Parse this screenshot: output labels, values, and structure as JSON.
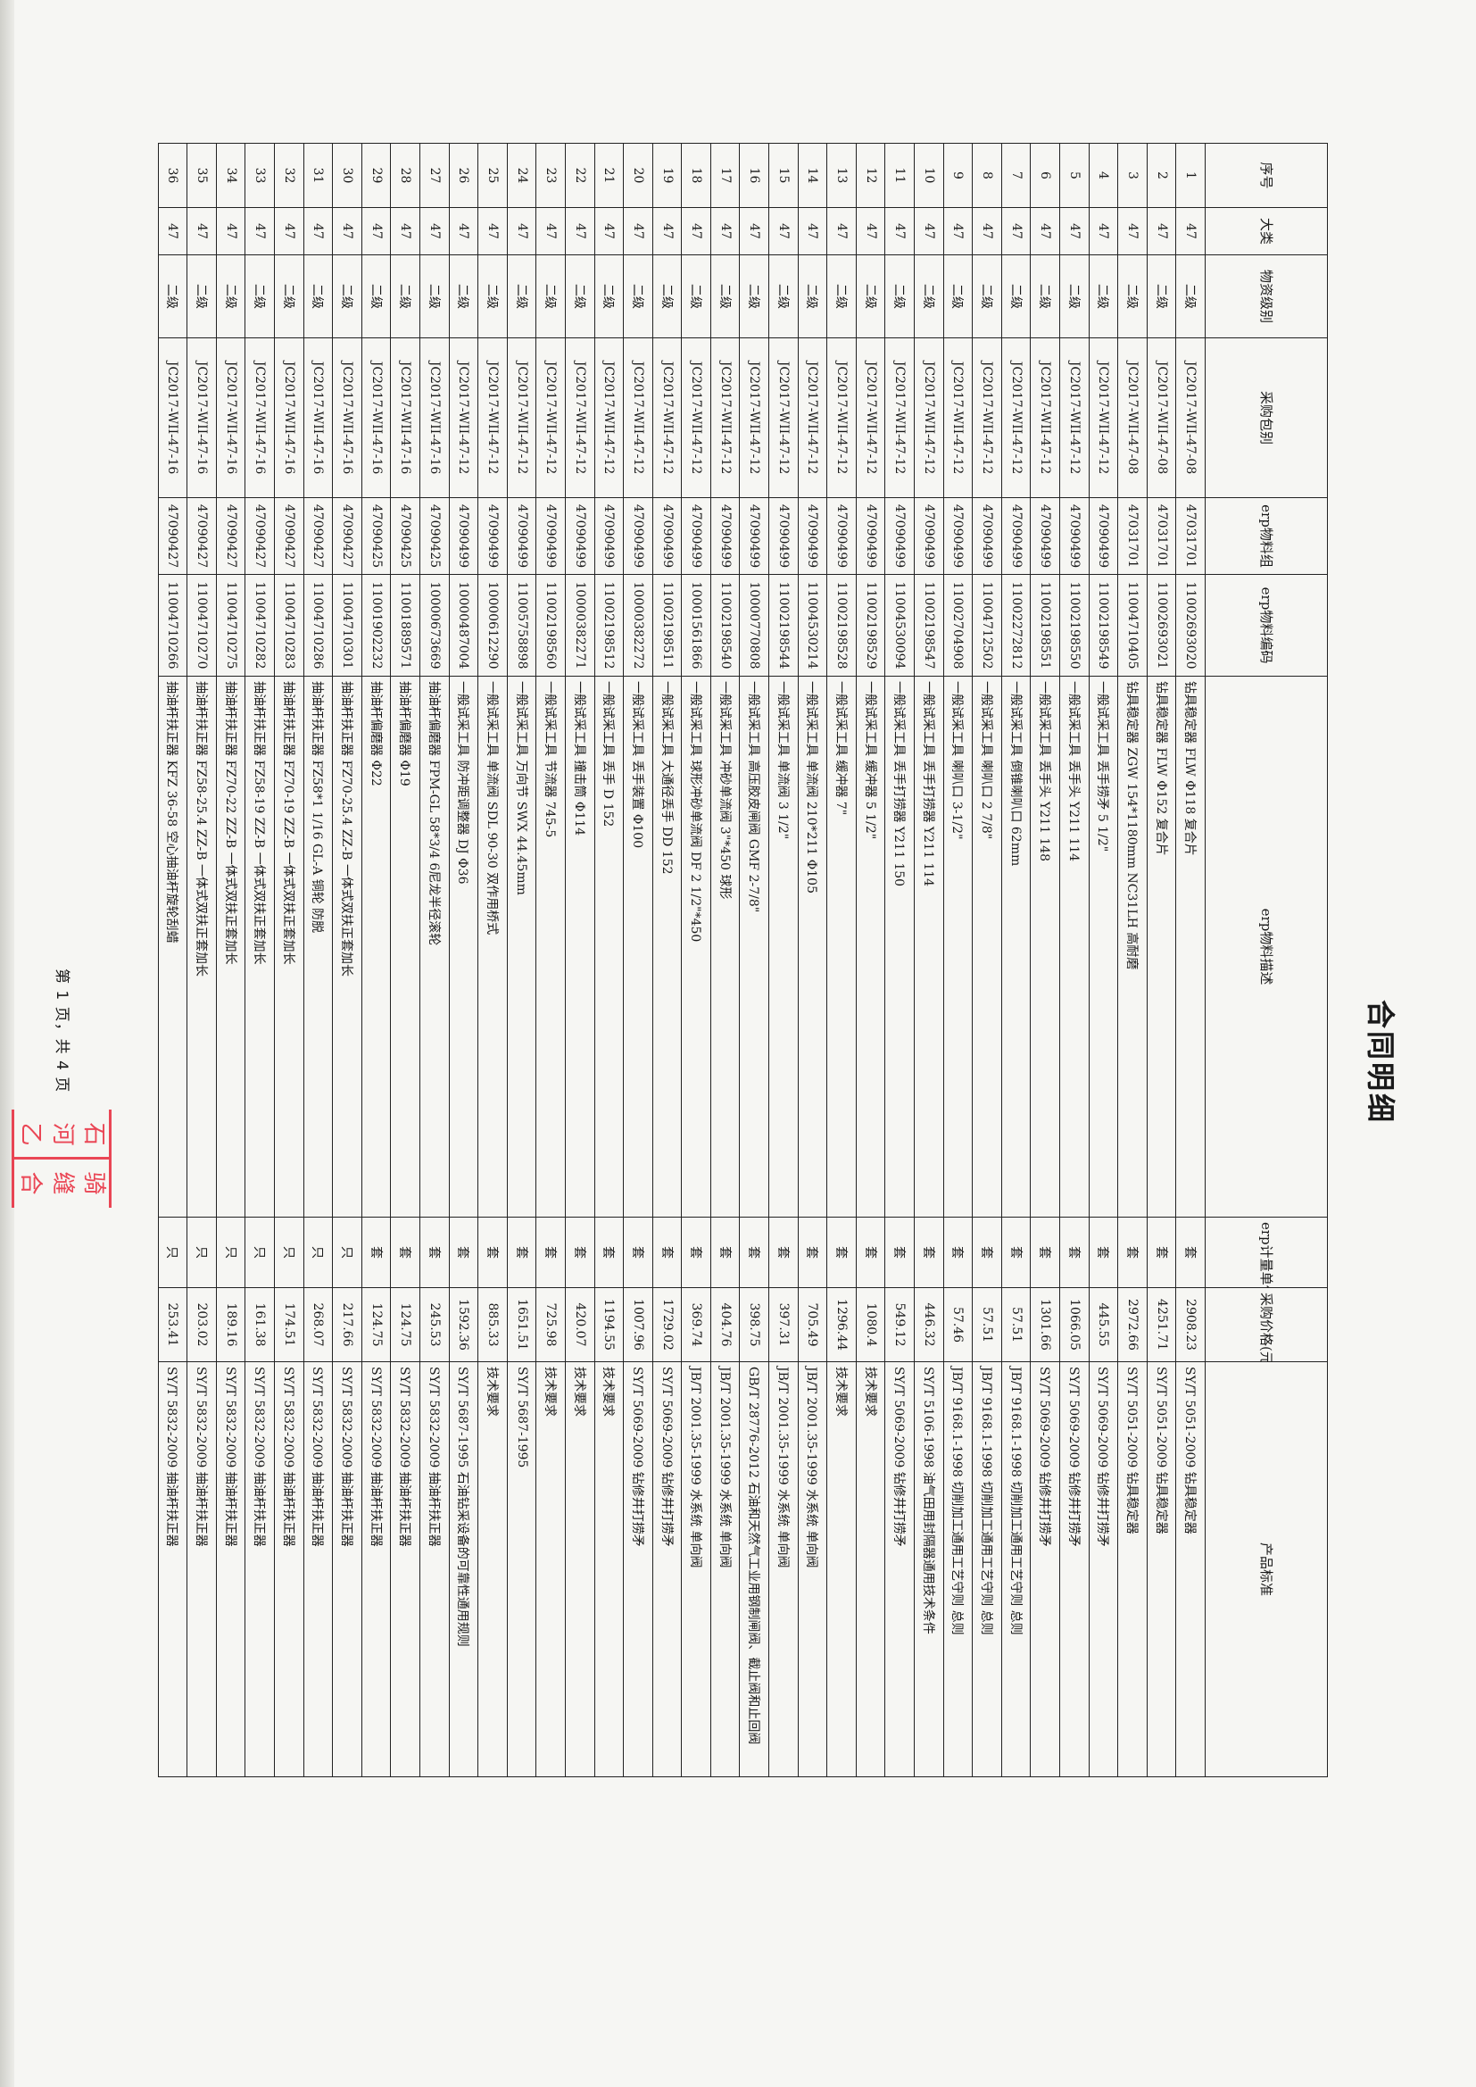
{
  "title": "合同明细",
  "footer": "第 1 页，共 4 页",
  "seal": {
    "chars": [
      "石",
      "骑",
      "河",
      "缝",
      "乙",
      "合"
    ],
    "color": "#e8283a"
  },
  "columns": [
    "序号",
    "大类",
    "物资级别",
    "采购包别",
    "erp物料组",
    "erp物料编码",
    "erp物料描述",
    "erp计量单位",
    "采购价格(元)",
    "产品标准"
  ],
  "rows": [
    [
      "1",
      "47",
      "二级",
      "JC2017-WII-47-08",
      "47031701",
      "11002693020",
      "钻具稳定器 FLW Φ118 复合片",
      "套",
      "2908.23",
      "SY/T 5051-2009 钻具稳定器"
    ],
    [
      "2",
      "47",
      "二级",
      "JC2017-WII-47-08",
      "47031701",
      "11002693021",
      "钻具稳定器 FLW Φ152 复合片",
      "套",
      "4251.71",
      "SY/T 5051-2009 钻具稳定器"
    ],
    [
      "3",
      "47",
      "二级",
      "JC2017-WII-47-08",
      "47031701",
      "11004710405",
      "钻具稳定器 ZGW 154*1180mm NC31LH 高耐磨",
      "套",
      "2972.66",
      "SY/T 5051-2009 钻具稳定器"
    ],
    [
      "4",
      "47",
      "二级",
      "JC2017-WII-47-12",
      "47090499",
      "11002198549",
      "一般试采工具 丢手捞矛 5 1/2\"",
      "套",
      "445.55",
      "SY/T 5069-2009 钻修井打捞矛"
    ],
    [
      "5",
      "47",
      "二级",
      "JC2017-WII-47-12",
      "47090499",
      "11002198550",
      "一般试采工具 丢手头 Y211 114",
      "套",
      "1066.05",
      "SY/T 5069-2009 钻修井打捞矛"
    ],
    [
      "6",
      "47",
      "二级",
      "JC2017-WII-47-12",
      "47090499",
      "11002198551",
      "一般试采工具 丢手头 Y211 148",
      "套",
      "1301.66",
      "SY/T 5069-2009 钻修井打捞矛"
    ],
    [
      "7",
      "47",
      "二级",
      "JC2017-WII-47-12",
      "47090499",
      "11002272812",
      "一般试采工具 倒锥喇叭口 62mm",
      "套",
      "57.51",
      "JB/T 9168.1-1998 切削加工通用工艺守则 总则"
    ],
    [
      "8",
      "47",
      "二级",
      "JC2017-WII-47-12",
      "47090499",
      "11004712502",
      "一般试采工具 喇叭口 2 7/8\"",
      "套",
      "57.51",
      "JB/T 9168.1-1998 切削加工通用工艺守则 总则"
    ],
    [
      "9",
      "47",
      "二级",
      "JC2017-WII-47-12",
      "47090499",
      "11002704908",
      "一般试采工具 喇叭口 3-1/2\"",
      "套",
      "57.46",
      "JB/T 9168.1-1998 切削加工通用工艺守则 总则"
    ],
    [
      "10",
      "47",
      "二级",
      "JC2017-WII-47-12",
      "47090499",
      "11002198547",
      "一般试采工具 丢手打捞器 Y211 114",
      "套",
      "446.32",
      "SY/T 5106-1998 油气田用封隔器通用技术条件"
    ],
    [
      "11",
      "47",
      "二级",
      "JC2017-WII-47-12",
      "47090499",
      "11004530094",
      "一般试采工具 丢手打捞器 Y211 150",
      "套",
      "549.12",
      "SY/T 5069-2009 钻修井打捞矛"
    ],
    [
      "12",
      "47",
      "二级",
      "JC2017-WII-47-12",
      "47090499",
      "11002198529",
      "一般试采工具 缓冲器 5 1/2\"",
      "套",
      "1080.4",
      "技术要求"
    ],
    [
      "13",
      "47",
      "二级",
      "JC2017-WII-47-12",
      "47090499",
      "11002198528",
      "一般试采工具 缓冲器 7\"",
      "套",
      "1296.44",
      "技术要求"
    ],
    [
      "14",
      "47",
      "二级",
      "JC2017-WII-47-12",
      "47090499",
      "11004530214",
      "一般试采工具 单流阀 210*211 Φ105",
      "套",
      "705.49",
      "JB/T 2001.35-1999 水系统 单向阀"
    ],
    [
      "15",
      "47",
      "二级",
      "JC2017-WII-47-12",
      "47090499",
      "11002198544",
      "一般试采工具 单流阀 3 1/2\"",
      "套",
      "397.31",
      "JB/T 2001.35-1999 水系统 单向阀"
    ],
    [
      "16",
      "47",
      "二级",
      "JC2017-WII-47-12",
      "47090499",
      "10000770808",
      "一般试采工具 高压胶皮闸阀 GMF 2-7/8\"",
      "套",
      "398.75",
      "GB/T 28776-2012 石油和天然气工业用钢制闸阀、截止阀和止回阀"
    ],
    [
      "17",
      "47",
      "二级",
      "JC2017-WII-47-12",
      "47090499",
      "11002198540",
      "一般试采工具 冲砂单流阀 3\"*450 球形",
      "套",
      "404.76",
      "JB/T 2001.35-1999 水系统 单向阀"
    ],
    [
      "18",
      "47",
      "二级",
      "JC2017-WII-47-12",
      "47090499",
      "10001561866",
      "一般试采工具 球形冲砂单流阀 DF 2 1/2\"*450",
      "套",
      "369.74",
      "JB/T 2001.35-1999 水系统 单向阀"
    ],
    [
      "19",
      "47",
      "二级",
      "JC2017-WII-47-12",
      "47090499",
      "11002198511",
      "一般试采工具 大通径丢手 DD 152",
      "套",
      "1729.02",
      "SY/T 5069-2009 钻修井打捞矛"
    ],
    [
      "20",
      "47",
      "二级",
      "JC2017-WII-47-12",
      "47090499",
      "10000382272",
      "一般试采工具 丢手装置 Φ100",
      "套",
      "1007.96",
      "SY/T 5069-2009 钻修井打捞矛"
    ],
    [
      "21",
      "47",
      "二级",
      "JC2017-WII-47-12",
      "47090499",
      "11002198512",
      "一般试采工具 丢手 D 152",
      "套",
      "1194.55",
      "技术要求"
    ],
    [
      "22",
      "47",
      "二级",
      "JC2017-WII-47-12",
      "47090499",
      "10000382271",
      "一般试采工具 撞击筒 Φ114",
      "套",
      "420.07",
      "技术要求"
    ],
    [
      "23",
      "47",
      "二级",
      "JC2017-WII-47-12",
      "47090499",
      "11002198560",
      "一般试采工具 节流器 745-5",
      "套",
      "725.98",
      "技术要求"
    ],
    [
      "24",
      "47",
      "二级",
      "JC2017-WII-47-12",
      "47090499",
      "11005758898",
      "一般试采工具 万向节 SWX 44.45mm",
      "套",
      "1651.51",
      "SY/T 5687-1995"
    ],
    [
      "25",
      "47",
      "二级",
      "JC2017-WII-47-12",
      "47090499",
      "10000612290",
      "一般试采工具 单流阀 SDL 90-30 双作用桥式",
      "套",
      "885.33",
      "技术要求"
    ],
    [
      "26",
      "47",
      "二级",
      "JC2017-WII-47-12",
      "47090499",
      "10000487004",
      "一般试采工具 防冲距调整器 DJ Φ36",
      "套",
      "1592.36",
      "SY/T 5687-1995 石油钻采设备的可靠性通用规则"
    ],
    [
      "27",
      "47",
      "二级",
      "JC2017-WII-47-16",
      "47090425",
      "10000673669",
      "抽油杆偏磨器 FPM-GL 58*3/4 6尼龙半径滚轮",
      "套",
      "245.53",
      "SY/T 5832-2009 抽油杆扶正器"
    ],
    [
      "28",
      "47",
      "二级",
      "JC2017-WII-47-16",
      "47090425",
      "11001889571",
      "抽油杆偏磨器 Φ19",
      "套",
      "124.75",
      "SY/T 5832-2009 抽油杆扶正器"
    ],
    [
      "29",
      "47",
      "二级",
      "JC2017-WII-47-16",
      "47090425",
      "11001902232",
      "抽油杆偏磨器 Φ22",
      "套",
      "124.75",
      "SY/T 5832-2009 抽油杆扶正器"
    ],
    [
      "30",
      "47",
      "二级",
      "JC2017-WII-47-16",
      "47090427",
      "11004710301",
      "抽油杆扶正器 FZ70-25.4 ZZ-B 一体式双扶正套加长",
      "只",
      "217.66",
      "SY/T 5832-2009 抽油杆扶正器"
    ],
    [
      "31",
      "47",
      "二级",
      "JC2017-WII-47-16",
      "47090427",
      "11004710286",
      "抽油杆扶正器 FZ58*1 1/16 GL-A 铜轮 防脱",
      "只",
      "268.07",
      "SY/T 5832-2009 抽油杆扶正器"
    ],
    [
      "32",
      "47",
      "二级",
      "JC2017-WII-47-16",
      "47090427",
      "11004710283",
      "抽油杆扶正器 FZ70-19 ZZ-B 一体式双扶正套加长",
      "只",
      "174.51",
      "SY/T 5832-2009 抽油杆扶正器"
    ],
    [
      "33",
      "47",
      "二级",
      "JC2017-WII-47-16",
      "47090427",
      "11004710282",
      "抽油杆扶正器 FZ58-19 ZZ-B 一体式双扶正套加长",
      "只",
      "161.38",
      "SY/T 5832-2009 抽油杆扶正器"
    ],
    [
      "34",
      "47",
      "二级",
      "JC2017-WII-47-16",
      "47090427",
      "11004710275",
      "抽油杆扶正器 FZ70-22 ZZ-B 一体式双扶正套加长",
      "只",
      "189.16",
      "SY/T 5832-2009 抽油杆扶正器"
    ],
    [
      "35",
      "47",
      "二级",
      "JC2017-WII-47-16",
      "47090427",
      "11004710270",
      "抽油杆扶正器 FZ58-25.4 ZZ-B 一体式双扶正套加长",
      "只",
      "203.02",
      "SY/T 5832-2009 抽油杆扶正器"
    ],
    [
      "36",
      "47",
      "二级",
      "JC2017-WII-47-16",
      "47090427",
      "11004710266",
      "抽油杆扶正器 KFZ 36-58 空心抽油杆旋轮刮蜡",
      "只",
      "253.41",
      "SY/T 5832-2009 抽油杆扶正器"
    ]
  ]
}
